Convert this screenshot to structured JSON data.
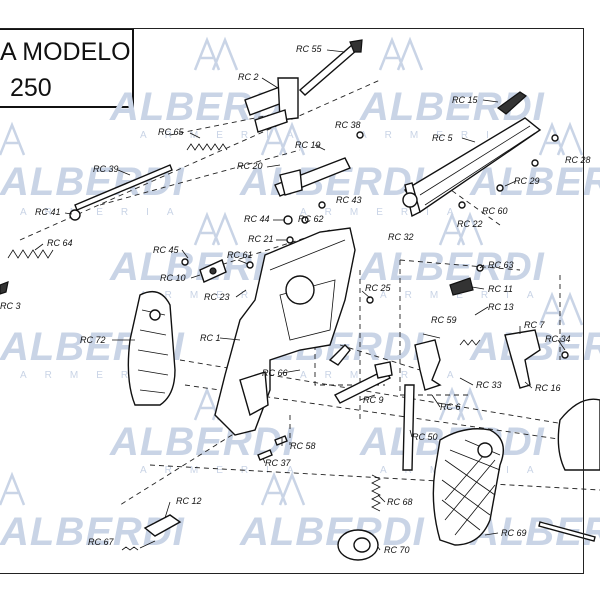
{
  "title": {
    "line1": "A MODELO",
    "line2": "250"
  },
  "watermark": {
    "brand": "ALBERDI",
    "tagline": "ARMERIA"
  },
  "parts": [
    {
      "id": "RC 55"
    },
    {
      "id": "RC 2"
    },
    {
      "id": "RC 15"
    },
    {
      "id": "RC 38"
    },
    {
      "id": "RC 65"
    },
    {
      "id": "RC 5"
    },
    {
      "id": "RC 19"
    },
    {
      "id": "RC 28"
    },
    {
      "id": "RC 39"
    },
    {
      "id": "RC 20"
    },
    {
      "id": "RC 29"
    },
    {
      "id": "RC 43"
    },
    {
      "id": "RC 41"
    },
    {
      "id": "RC 60"
    },
    {
      "id": "RC 44"
    },
    {
      "id": "RC 62"
    },
    {
      "id": "RC 22"
    },
    {
      "id": "RC 64"
    },
    {
      "id": "RC 21"
    },
    {
      "id": "RC 32"
    },
    {
      "id": "RC 45"
    },
    {
      "id": "RC 61"
    },
    {
      "id": "RC 63"
    },
    {
      "id": "RC 10"
    },
    {
      "id": "RC 11"
    },
    {
      "id": "RC 23"
    },
    {
      "id": "RC 25"
    },
    {
      "id": "RC 3"
    },
    {
      "id": "RC 13"
    },
    {
      "id": "RC 59"
    },
    {
      "id": "RC 7"
    },
    {
      "id": "RC 72"
    },
    {
      "id": "RC 1"
    },
    {
      "id": "RC 34"
    },
    {
      "id": "RC 66"
    },
    {
      "id": "RC 33"
    },
    {
      "id": "RC 16"
    },
    {
      "id": "RC 9"
    },
    {
      "id": "RC 6"
    },
    {
      "id": "RC 50"
    },
    {
      "id": "RC 58"
    },
    {
      "id": "RC 37"
    },
    {
      "id": "RC 12"
    },
    {
      "id": "RC 68"
    },
    {
      "id": "RC 69"
    },
    {
      "id": "RC 67"
    },
    {
      "id": "RC 70"
    }
  ]
}
